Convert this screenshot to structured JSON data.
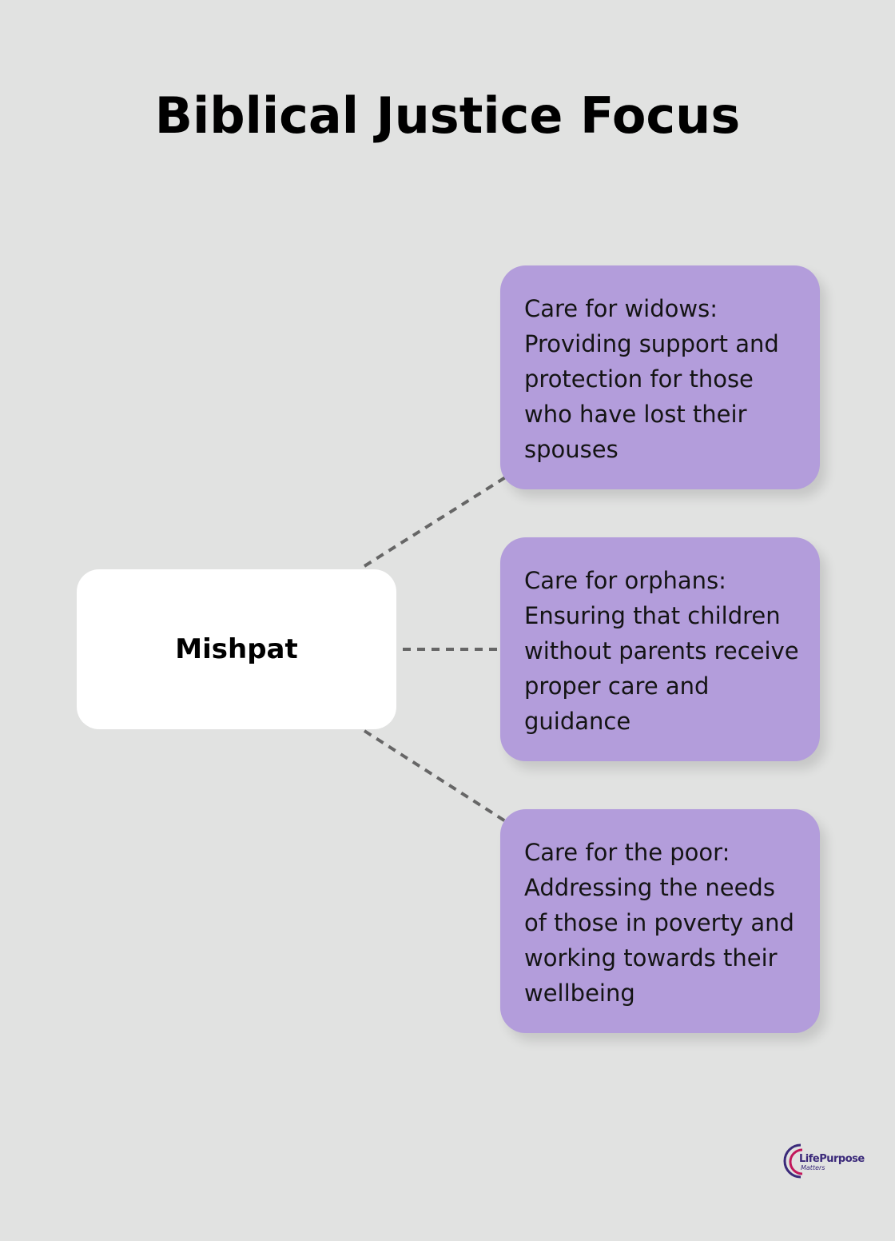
{
  "title": "Biblical Justice Focus",
  "center": {
    "label": "Mishpat"
  },
  "items": [
    {
      "text": "Care for widows: Providing support and protection for those who have lost their spouses"
    },
    {
      "text": "Care for orphans: Ensuring that children without parents receive proper care and guidance"
    },
    {
      "text": "Care for the poor: Addressing the needs of those in poverty and working towards their wellbeing"
    }
  ],
  "logo": {
    "name": "LifePurpose",
    "sub": "Matters"
  },
  "colors": {
    "background": "#e1e2e1",
    "card": "#b39ddb",
    "center": "#ffffff",
    "connector": "#666666"
  }
}
